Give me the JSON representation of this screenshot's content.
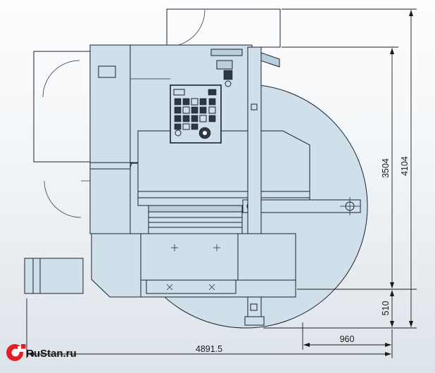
{
  "dimensions": {
    "vertical_inner": "3504",
    "vertical_outer": "4104",
    "vertical_lower": "510",
    "horizontal_right": "960",
    "horizontal_total": "4891.5"
  },
  "logo": {
    "text": "RuStan.ru",
    "icon": "chuck-icon"
  },
  "colors": {
    "machine_fill": "#cfe0ea",
    "machine_fill_dark": "#b9cfdd",
    "outline": "#1c2030",
    "dimension": "#1a1a1a",
    "panel_button": "#2e3547",
    "logo_red": "#e31e24",
    "logo_text": "#141414",
    "background_top": "#fdfdfe",
    "background_bottom": "#dce3e9"
  }
}
